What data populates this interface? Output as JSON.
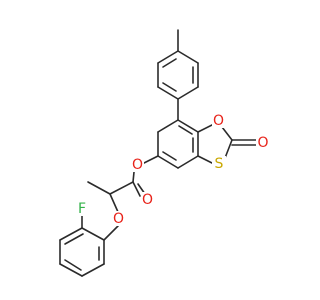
{
  "molecule": {
    "atoms": {
      "O_ring": {
        "label": "O",
        "color": "#e8231a"
      },
      "O_carbonyl_ring": {
        "label": "O",
        "color": "#e8231a"
      },
      "S_ring": {
        "label": "S",
        "color": "#c9a800"
      },
      "O_ester": {
        "label": "O",
        "color": "#e8231a"
      },
      "O_carbonyl_ester": {
        "label": "O",
        "color": "#e8231a"
      },
      "O_ether": {
        "label": "O",
        "color": "#e8231a"
      },
      "F": {
        "label": "F",
        "color": "#34b34a"
      }
    },
    "bond_color": "#2b2b2b"
  }
}
